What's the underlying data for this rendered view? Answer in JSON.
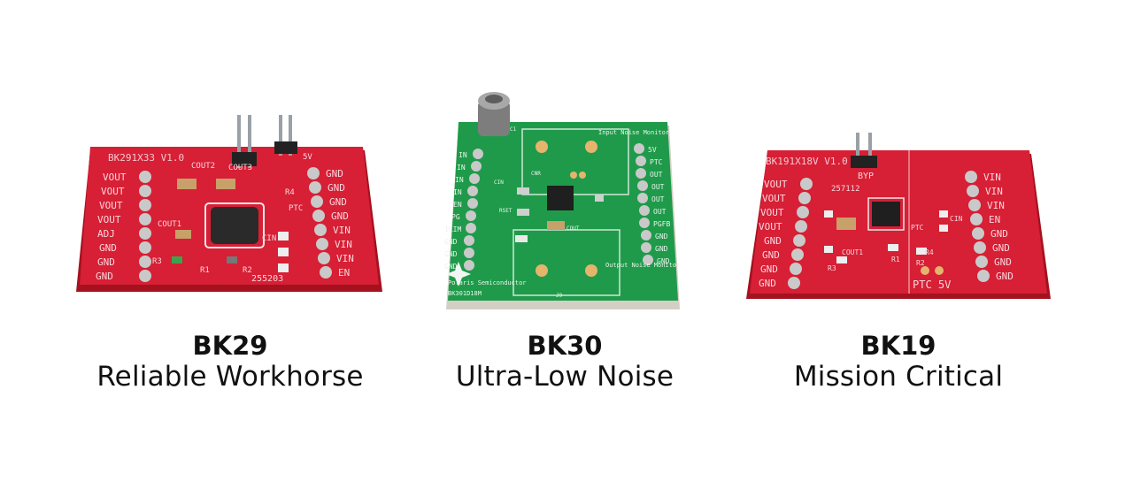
{
  "products": [
    {
      "name": "BK29",
      "tagline": "Reliable Workhorse",
      "board": {
        "color": "#d71f35",
        "silk": {
          "id": "BK291X33 V1.0",
          "serial": "255203",
          "left_pins": [
            "VOUT",
            "VOUT",
            "VOUT",
            "VOUT",
            "ADJ",
            "GND",
            "GND",
            "GND"
          ],
          "right_pins": [
            "GND",
            "GND",
            "GND",
            "GND",
            "VIN",
            "VIN",
            "VIN",
            "EN"
          ],
          "refs": [
            "COUT2",
            "COUT3",
            "COUT1",
            "R3",
            "R1",
            "R2",
            "R4",
            "PTC",
            "CIN",
            "5V"
          ]
        }
      }
    },
    {
      "name": "BK30",
      "tagline": "Ultra-Low Noise",
      "board": {
        "color": "#1f9a4a",
        "silk": {
          "maker": "Polaris Semiconductor",
          "part": "BK301D18M",
          "input_monitor": "Input Noise Monitor",
          "output_monitor": "Output Noise Monitor",
          "left_pins": [
            "IN",
            "IN",
            "IN",
            "IN",
            "EN",
            "PG",
            "ILIM",
            "GND",
            "GND",
            "GND"
          ],
          "right_pins": [
            "5V",
            "PTC",
            "OUT",
            "OUT",
            "OUT",
            "OUT",
            "PGFB",
            "GND",
            "GND",
            "GND"
          ],
          "refs": [
            "CIN",
            "RSET",
            "CNR",
            "COUT",
            "J9",
            "C1"
          ]
        }
      }
    },
    {
      "name": "BK19",
      "tagline": "Mission Critical",
      "board": {
        "color": "#d71f35",
        "silk": {
          "id": "BK191X18V V1.0",
          "bypass": "BYP",
          "serial": "257112",
          "footer": "PTC 5V",
          "left_pins": [
            "VOUT",
            "VOUT",
            "VOUT",
            "VOUT",
            "GND",
            "GND",
            "GND",
            "GND"
          ],
          "right_pins": [
            "VIN",
            "VIN",
            "VIN",
            "EN",
            "GND",
            "GND",
            "GND",
            "GND"
          ],
          "refs": [
            "COUT1",
            "R1",
            "R2",
            "R3",
            "R4",
            "PTC",
            "CIN"
          ]
        }
      }
    }
  ]
}
